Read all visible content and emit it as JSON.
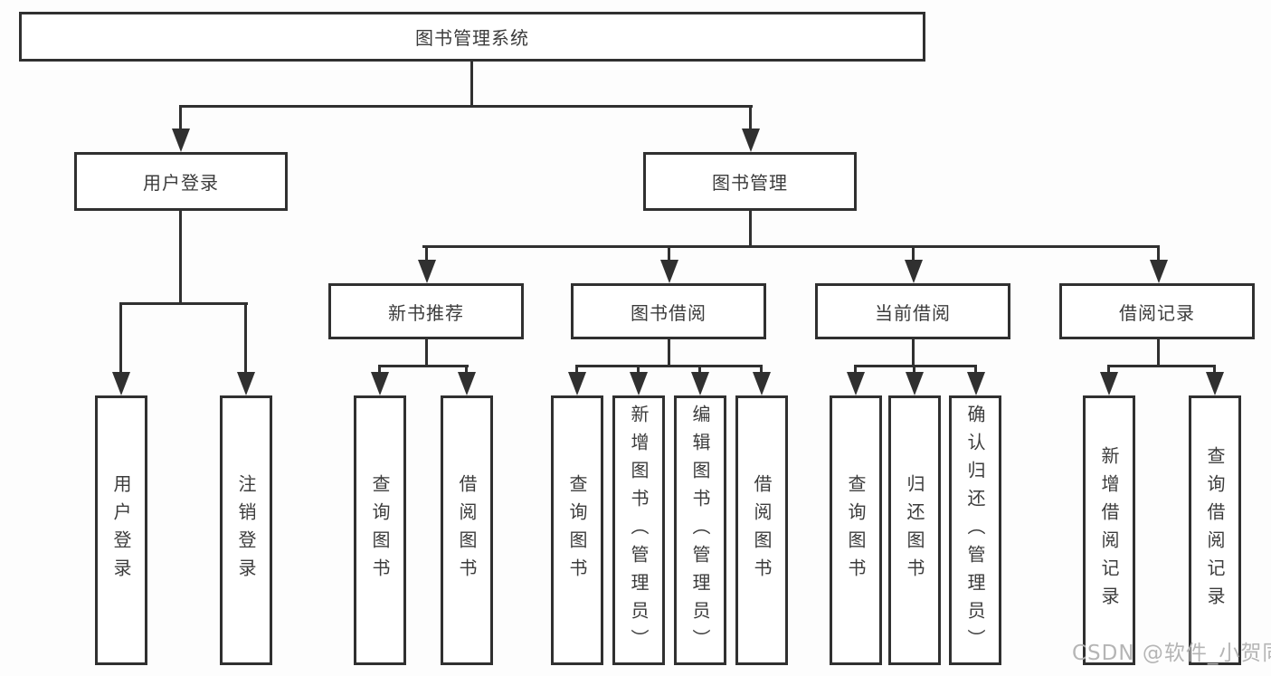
{
  "diagram_type": "hierarchy-structure-chart",
  "tree": {
    "root": {
      "label": "图书管理系统"
    },
    "branches": [
      {
        "label": "用户登录",
        "children": [
          {
            "label": "用户登录"
          },
          {
            "label": "注销登录"
          }
        ]
      },
      {
        "label": "图书管理",
        "groups": [
          {
            "label": "新书推荐",
            "children": [
              {
                "label": "查询图书"
              },
              {
                "label": "借阅图书"
              }
            ]
          },
          {
            "label": "图书借阅",
            "children": [
              {
                "label": "查询图书"
              },
              {
                "label": "新增图书（管理员）"
              },
              {
                "label": "编辑图书（管理员）"
              },
              {
                "label": "借阅图书"
              }
            ]
          },
          {
            "label": "当前借阅",
            "children": [
              {
                "label": "查询图书"
              },
              {
                "label": "归还图书"
              },
              {
                "label": "确认归还（管理员）"
              }
            ]
          },
          {
            "label": "借阅记录",
            "children": [
              {
                "label": "新增借阅记录"
              },
              {
                "label": "查询借阅记录"
              }
            ]
          }
        ]
      }
    ]
  },
  "watermark": "CSDN @软件_小贺同学",
  "colors": {
    "line": "#303030",
    "box_border": "#303030",
    "box_fill": "#ffffff",
    "text": "#3c3c3c",
    "watermark": "#b5b5b5",
    "background": "#fdfdfd"
  }
}
